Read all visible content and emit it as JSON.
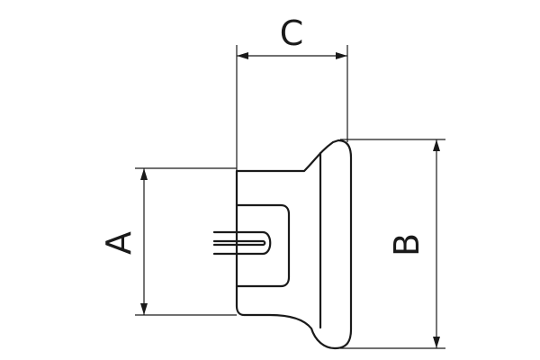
{
  "diagram": {
    "dimensions": {
      "a": {
        "label": "A"
      },
      "b": {
        "label": "B"
      },
      "c": {
        "label": "C"
      }
    }
  }
}
